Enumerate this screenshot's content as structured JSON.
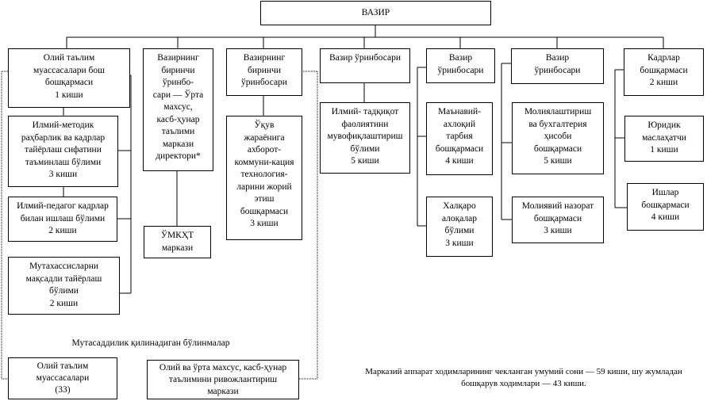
{
  "minister": "ВАЗИР",
  "branches": [
    {
      "head": "Олий таълим\nмуассасалари бош\nбошқармаси\n1 киши",
      "units": [
        "Илмий-методик\nраҳбарлик ва кадрлар\nтайёрлаш сифатини\nтаъминлаш бўлими\n3 киши",
        "Илмий-педагог кадрлар\nбилан ишлаш бўлими\n2 киши",
        "Мутахассисларни\nмақсадли тайёрлаш\nбўлими\n2 киши"
      ]
    },
    {
      "head": "Вазирнинг\nбиринчи\nўринбо-\nсари — Ўрта\nмахсус,\nкасб-ҳунар\nтаълими\nмаркази\nдиректори*",
      "units": [
        "ЎМКҲТ\nмаркази"
      ]
    },
    {
      "head": "Вазирнинг\nбиринчи\nўринбосари",
      "units": [
        "Ўқув\nжараёнига\nахборот-\nкоммуни-кация\nтехнология-\nларини жорий\nэтиш\nбошқармаси\n3 киши"
      ]
    },
    {
      "head": "Вазир ўринбосари",
      "units": [
        "Илмий-  тадқиқот\nфаолиятини\nмувофиқлаштириш\nбўлими\n5 киши"
      ]
    },
    {
      "head": "Вазир\nўринбосари",
      "units": [
        "Маънавий-\nахлоқий\nтарбия\nбошқармаси\n4 киши",
        "Халқаро\nалоқалар\nбўлими\n3 киши"
      ]
    },
    {
      "head": "Вазир\nўринбосари",
      "units": [
        "Молиялаштириш\nва бухгалтерия\nҳисоби\nбошқармаси\n5 киши",
        "Молиявий назорат\nбошқармаси\n3 киши"
      ]
    },
    {
      "head": "Кадрлар\nбошқармаси\n2 киши",
      "units": [
        "Юридик\nмаслаҳатчи\n1 киши",
        "Ишлар\nбошқармаси\n4 киши"
      ]
    }
  ],
  "subordinate": {
    "title": "Мутасаддилик қилинадиган бўлинмалар",
    "items": [
      "Олий таълим\nмуассасалари\n(33)",
      "Олий  ва ўрта  махсус, касб-ҳунар\nтаълимини  ривожлантириш\nмаркази"
    ]
  },
  "note": "Марказий аппарат ходимларининг чекланган умумий сони — 59 киши, шу жумладан\nбошқарув ходимлари — 43 киши."
}
